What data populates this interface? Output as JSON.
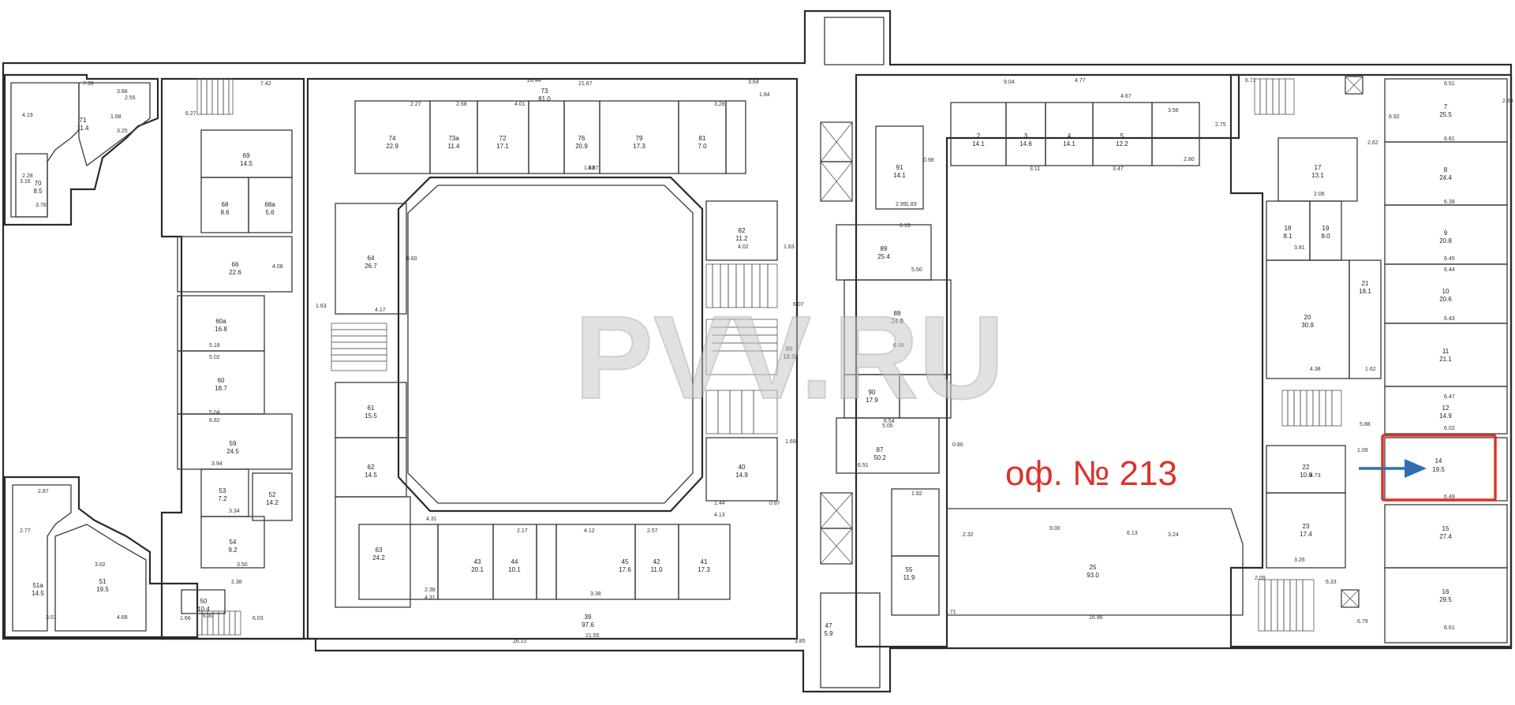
{
  "watermark": "PVV.RU",
  "highlight": {
    "label": "оф. № 213",
    "room_number": "14",
    "room_area": "19.5",
    "color": "#d9342b",
    "arrow_color": "#2f6fb0"
  },
  "rooms": [
    {
      "n": "71",
      "a": "11.4"
    },
    {
      "n": "70",
      "a": "8.5"
    },
    {
      "n": "69",
      "a": "14.5"
    },
    {
      "n": "68",
      "a": "8.6"
    },
    {
      "n": "68a",
      "a": "5.6"
    },
    {
      "n": "66",
      "a": "22.6"
    },
    {
      "n": "60a",
      "a": "16.8"
    },
    {
      "n": "60",
      "a": "18.7"
    },
    {
      "n": "59",
      "a": "24.5"
    },
    {
      "n": "53",
      "a": "7.2"
    },
    {
      "n": "54",
      "a": "9.2"
    },
    {
      "n": "52",
      "a": "14.2"
    },
    {
      "n": "51",
      "a": "19.5"
    },
    {
      "n": "51a",
      "a": "14.5"
    },
    {
      "n": "50",
      "a": "10.4"
    },
    {
      "n": "74",
      "a": "22.9"
    },
    {
      "n": "73a",
      "a": "11.4"
    },
    {
      "n": "72",
      "a": "17.1"
    },
    {
      "n": "73",
      "a": "81.0"
    },
    {
      "n": "76",
      "a": "20.9"
    },
    {
      "n": "79",
      "a": "17.3"
    },
    {
      "n": "81",
      "a": "7.0"
    },
    {
      "n": "64",
      "a": "26.7"
    },
    {
      "n": "82",
      "a": "11.2"
    },
    {
      "n": "61",
      "a": "15.5"
    },
    {
      "n": "62",
      "a": "14.5"
    },
    {
      "n": "63",
      "a": "24.2"
    },
    {
      "n": "43",
      "a": "20.1"
    },
    {
      "n": "44",
      "a": "10.1"
    },
    {
      "n": "45",
      "a": "17.6"
    },
    {
      "n": "42",
      "a": "11.0"
    },
    {
      "n": "41",
      "a": "17.3"
    },
    {
      "n": "40",
      "a": "14.9"
    },
    {
      "n": "39",
      "a": "97.6"
    },
    {
      "n": "86",
      "a": "18.0"
    },
    {
      "n": "89",
      "a": "25.4"
    },
    {
      "n": "88",
      "a": "24.9"
    },
    {
      "n": "90",
      "a": "17.9"
    },
    {
      "n": "87",
      "a": "50.2"
    },
    {
      "n": "91",
      "a": "14.1"
    },
    {
      "n": "2",
      "a": "14.1"
    },
    {
      "n": "3",
      "a": "14.6"
    },
    {
      "n": "4",
      "a": "14.1"
    },
    {
      "n": "5",
      "a": "12.2"
    },
    {
      "n": "7",
      "a": "25.5"
    },
    {
      "n": "8",
      "a": "24.4"
    },
    {
      "n": "9",
      "a": "20.8"
    },
    {
      "n": "10",
      "a": "20.6"
    },
    {
      "n": "11",
      "a": "21.1"
    },
    {
      "n": "12",
      "a": "14.9"
    },
    {
      "n": "15",
      "a": "27.4"
    },
    {
      "n": "16",
      "a": "29.5"
    },
    {
      "n": "17",
      "a": "13.1"
    },
    {
      "n": "18",
      "a": "8.1"
    },
    {
      "n": "19",
      "a": "8.0"
    },
    {
      "n": "20",
      "a": "30.9"
    },
    {
      "n": "21",
      "a": "18.1"
    },
    {
      "n": "22",
      "a": "10.8"
    },
    {
      "n": "23",
      "a": "17.4"
    },
    {
      "n": "25",
      "a": "93.0"
    },
    {
      "n": "47",
      "a": "5.9"
    },
    {
      "n": "55",
      "a": "11.9"
    }
  ],
  "dimensions": [
    "7.39",
    "3.88",
    "2.55",
    "4.19",
    "3.25",
    "1.68",
    "6.27",
    "2.28",
    "3.78",
    "3.16",
    "7.42",
    "26.44",
    "21.67",
    "3.64",
    "2.27",
    "2.68",
    "4.01",
    "3.28",
    "1.84",
    "4.87",
    "1.93",
    "9.04",
    "4.77",
    "6.71",
    "6.51",
    "2.90",
    "4.67",
    "3.56",
    "2.75",
    "2.80",
    "3.47",
    "3.11",
    "6.92",
    "6.81",
    "6.39",
    "6.45",
    "6.44",
    "6.43",
    "6.47",
    "6.02",
    "6.49",
    "6.61",
    "4.73",
    "3.26",
    "4.38",
    "1.62",
    "1.09",
    "5.88",
    "6.33",
    "6.79",
    "2.09",
    "16.96",
    "9.00",
    "6.13",
    "3.24",
    "2.32",
    "1.71",
    "1.92",
    "3.85",
    "26.22",
    "4.31",
    "2.17",
    "4.12",
    "2.57",
    "4.13",
    "1.44",
    "0.87",
    "1.69",
    "6.51",
    "5.05",
    "6.54",
    "6.38",
    "5.50",
    "6.19",
    "4.02",
    "1.63",
    "4.17",
    "6.60",
    "1.63",
    "4.08",
    "5.18",
    "5.02",
    "5.04",
    "6.82",
    "3.94",
    "3.34",
    "3.50",
    "2.38",
    "6.30",
    "6.03",
    "4.68",
    "3.01",
    "2.87",
    "2.77",
    "3.02",
    "1.66",
    "3.38",
    "4.31",
    "2.38",
    "21.55",
    "0.80",
    "6.07",
    "2.99",
    "1.83",
    "0.98",
    "2.06",
    "3.81",
    "2.62",
    "0.92"
  ]
}
